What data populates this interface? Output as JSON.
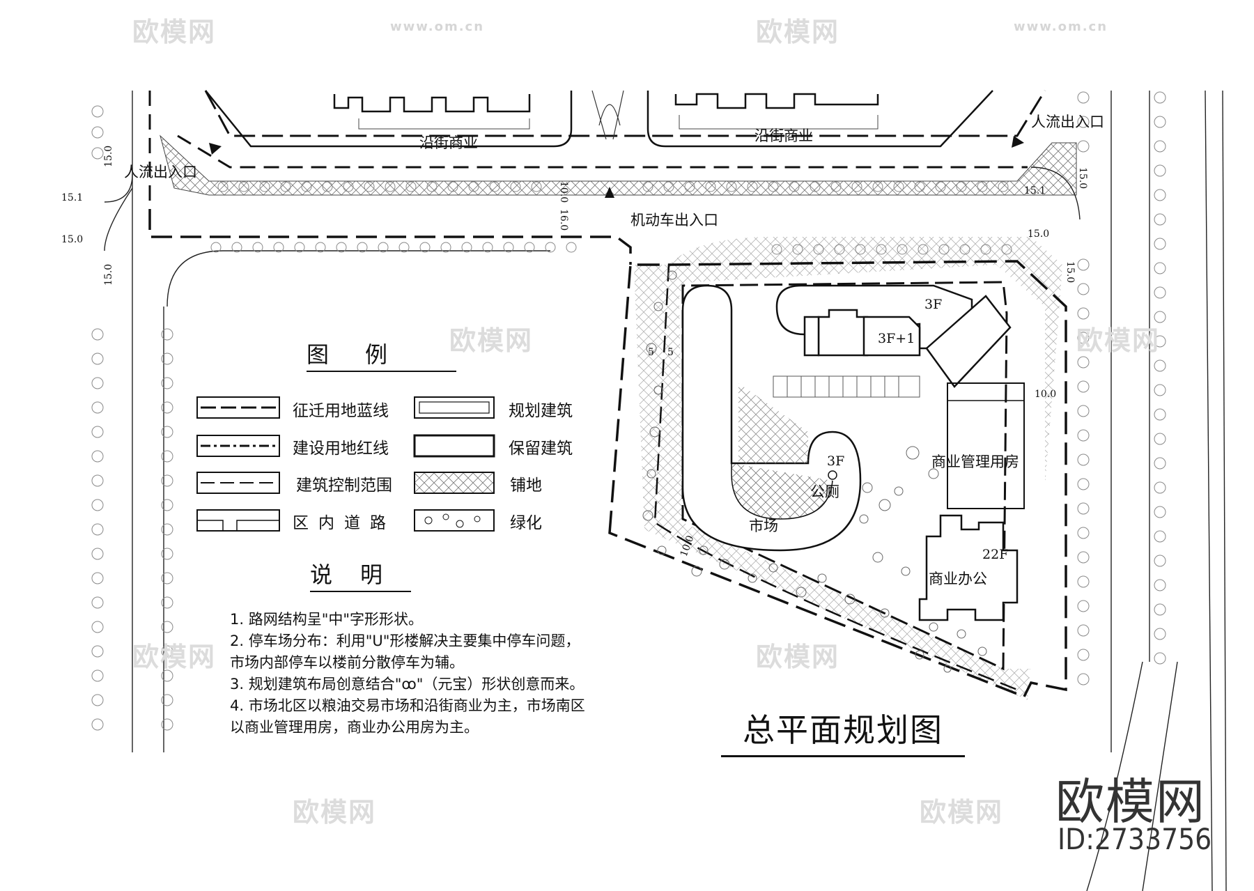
{
  "labels": {
    "street_commerce_left": "沿街商业",
    "street_commerce_right": "沿街商业",
    "ped_entry_left": "人流出入口",
    "ped_entry_right": "人流出入口",
    "vehicle_entry": "机动车出入口",
    "market": "市场",
    "toilet": "公厕",
    "mgmt_building": "商业管理用房",
    "office": "商业办公",
    "floors_3f_top": "3F",
    "floors_3f1": "3F+1",
    "floors_3f_toilet": "3F",
    "floors_22f": "22F"
  },
  "dimensions": {
    "d_15_0_a": "15.0",
    "d_15_1_a": "15.1",
    "d_15_0_b": "15.0",
    "d_15_0_c": "15.0",
    "d_10_0_a": "10.0",
    "d_16_0": "16.0",
    "d_15_0_d": "15.0",
    "d_15_1_b": "15.1",
    "d_15_0_e": "15.0",
    "d_15_0_f": "15.0",
    "d_10_0_b": "10.0",
    "d_5_a": "5",
    "d_5_b": "5",
    "d_10_0_c": "10.0"
  },
  "legend": {
    "title": "图例",
    "items": [
      {
        "label": "征迁用地蓝线"
      },
      {
        "label": "建设用地红线"
      },
      {
        "label": "建筑控制范围"
      },
      {
        "label": "区内道路"
      },
      {
        "label": "规划建筑"
      },
      {
        "label": "保留建筑"
      },
      {
        "label": "铺地"
      },
      {
        "label": "绿化"
      }
    ]
  },
  "notes": {
    "title": "说明",
    "lines": [
      "1. 路网结构呈\"中\"字形形状。",
      "2. 停车场分布：利用\"U\"形楼解决主要集中停车问题，",
      "市场内部停车以楼前分散停车为辅。",
      "3. 规划建筑布局创意结合\"ꝏ\"（元宝）形状创意而来。",
      "4. 市场北区以粮油交易市场和沿街商业为主，市场南区",
      "以商业管理用房，商业办公用房为主。"
    ]
  },
  "plan_title": "总平面规划图",
  "brand": {
    "name": "欧模网",
    "id": "ID:2733756",
    "watermark": "欧模网",
    "watermark_url": "www.om.cn"
  }
}
